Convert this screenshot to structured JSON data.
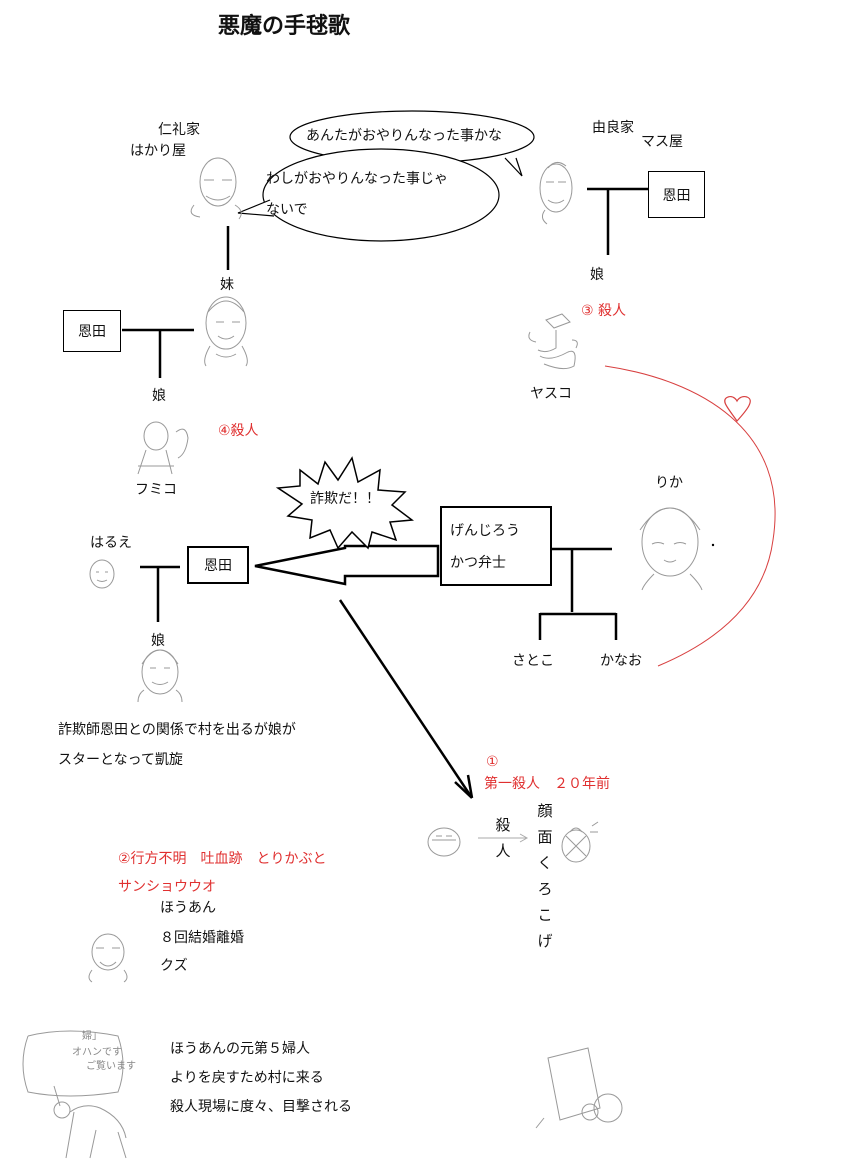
{
  "title": "悪魔の手毬歌",
  "nire": {
    "family": "仁礼家",
    "shop": "はかり屋",
    "sister": "妹",
    "daughter": "娘",
    "daughter_name": "フミコ",
    "murder": "④殺人"
  },
  "yura": {
    "family": "由良家",
    "shop": "マス屋",
    "daughter": "娘",
    "daughter_name": "ヤスコ",
    "murder": "③ 殺人"
  },
  "onda_label": "恩田",
  "bubbles": {
    "yura_says": "あんたがおやりんなった事かな",
    "nire_says_1": "わしがおやりんなった事じゃ",
    "nire_says_2": "ないで"
  },
  "shout": "詐欺だ！！",
  "genjiro": {
    "line1": "げんじろう",
    "line2": "かつ弁士",
    "wife": "りか",
    "child1": "さとこ",
    "child2": "かなお"
  },
  "harue": {
    "name": "はるえ",
    "daughter": "娘",
    "note_1": "詐欺師恩田との関係で村を出るが娘が",
    "note_2": "スターとなって凱旋"
  },
  "first_murder": {
    "num": "①",
    "label": "第一殺人　２０年前",
    "kill": "殺人",
    "face": "顔面くろこげ"
  },
  "houan": {
    "missing_1": "②行方不明　吐血跡　とりかぶと",
    "missing_2": "サンショウウオ",
    "name": "ほうあん",
    "note_1": "８回結婚離婚",
    "note_2": "クズ"
  },
  "old_woman": {
    "sign_1": "婦」",
    "sign_2": "オハンです",
    "sign_3": "ご覧います",
    "note_1": "ほうあんの元第５婦人",
    "note_2": "よりを戻すため村に来る",
    "note_3": "殺人現場に度々、目撃される"
  },
  "colors": {
    "line": "#000000",
    "accent": "#e03030",
    "sketch": "#999999"
  }
}
